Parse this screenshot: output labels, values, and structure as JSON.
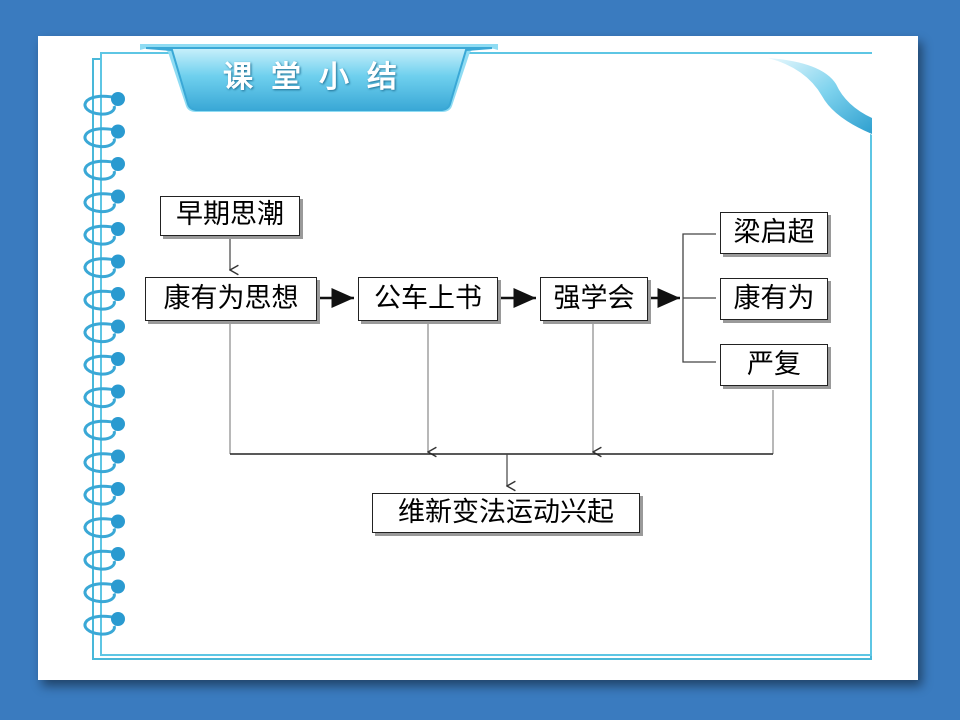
{
  "header": {
    "title": "课堂小结"
  },
  "diagram": {
    "nodes": {
      "early_thought": "早期思潮",
      "kang_thought": "康有为思想",
      "petition": "公车上书",
      "qiangxuehui": "强学会",
      "liang": "梁启超",
      "kang": "康有为",
      "yanfu": "严复",
      "result": "维新变法运动兴起"
    },
    "edges": [
      [
        "早期思潮",
        "康有为思想"
      ],
      [
        "康有为思想",
        "公车上书"
      ],
      [
        "公车上书",
        "强学会"
      ],
      [
        "强学会",
        "梁启超"
      ],
      [
        "强学会",
        "康有为"
      ],
      [
        "强学会",
        "严复"
      ],
      [
        "康有为思想",
        "维新变法运动兴起"
      ],
      [
        "公车上书",
        "维新变法运动兴起"
      ],
      [
        "强学会",
        "维新变法运动兴起"
      ],
      [
        "严复",
        "维新变法运动兴起"
      ]
    ]
  },
  "colors": {
    "background": "#3a7bbf",
    "accent": "#5ec6e4",
    "tab_dark": "#3aa8d6"
  }
}
